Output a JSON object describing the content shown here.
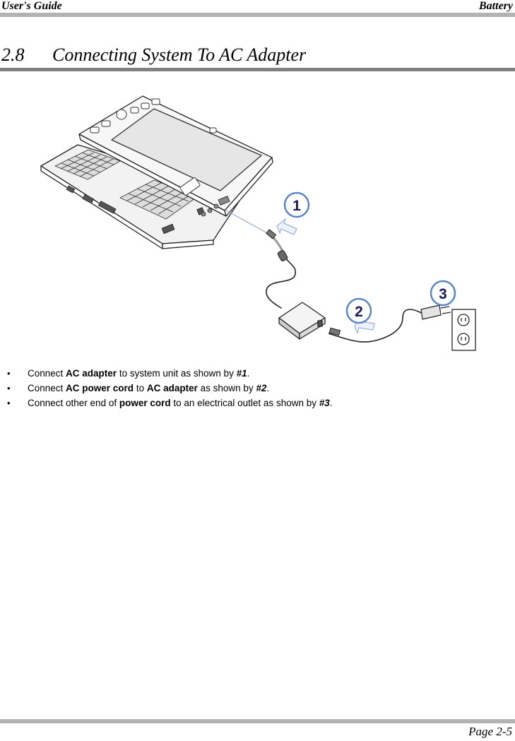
{
  "header": {
    "left": "User's Guide",
    "right": "Battery"
  },
  "section": {
    "number": "2.8",
    "title": "Connecting System To AC Adapter"
  },
  "figure": {
    "callouts": [
      "1",
      "2",
      "3"
    ]
  },
  "bullets": [
    {
      "parts": [
        {
          "t": "Connect ",
          "s": "n"
        },
        {
          "t": "AC adapter",
          "s": "b"
        },
        {
          "t": " to system unit as shown by ",
          "s": "n"
        },
        {
          "t": "#1",
          "s": "bi"
        },
        {
          "t": ".",
          "s": "n"
        }
      ]
    },
    {
      "parts": [
        {
          "t": "Connect ",
          "s": "n"
        },
        {
          "t": "AC power cord",
          "s": "b"
        },
        {
          "t": " to ",
          "s": "n"
        },
        {
          "t": "AC adapter",
          "s": "b"
        },
        {
          "t": " as shown by ",
          "s": "n"
        },
        {
          "t": "#2",
          "s": "bi"
        },
        {
          "t": ".",
          "s": "n"
        }
      ]
    },
    {
      "parts": [
        {
          "t": "Connect other end of ",
          "s": "n"
        },
        {
          "t": "power cord",
          "s": "b"
        },
        {
          "t": " to an electrical outlet as shown by ",
          "s": "n"
        },
        {
          "t": "#3",
          "s": "bi"
        },
        {
          "t": ".",
          "s": "n"
        }
      ]
    }
  ],
  "footer": {
    "page": "Page 2-5"
  }
}
